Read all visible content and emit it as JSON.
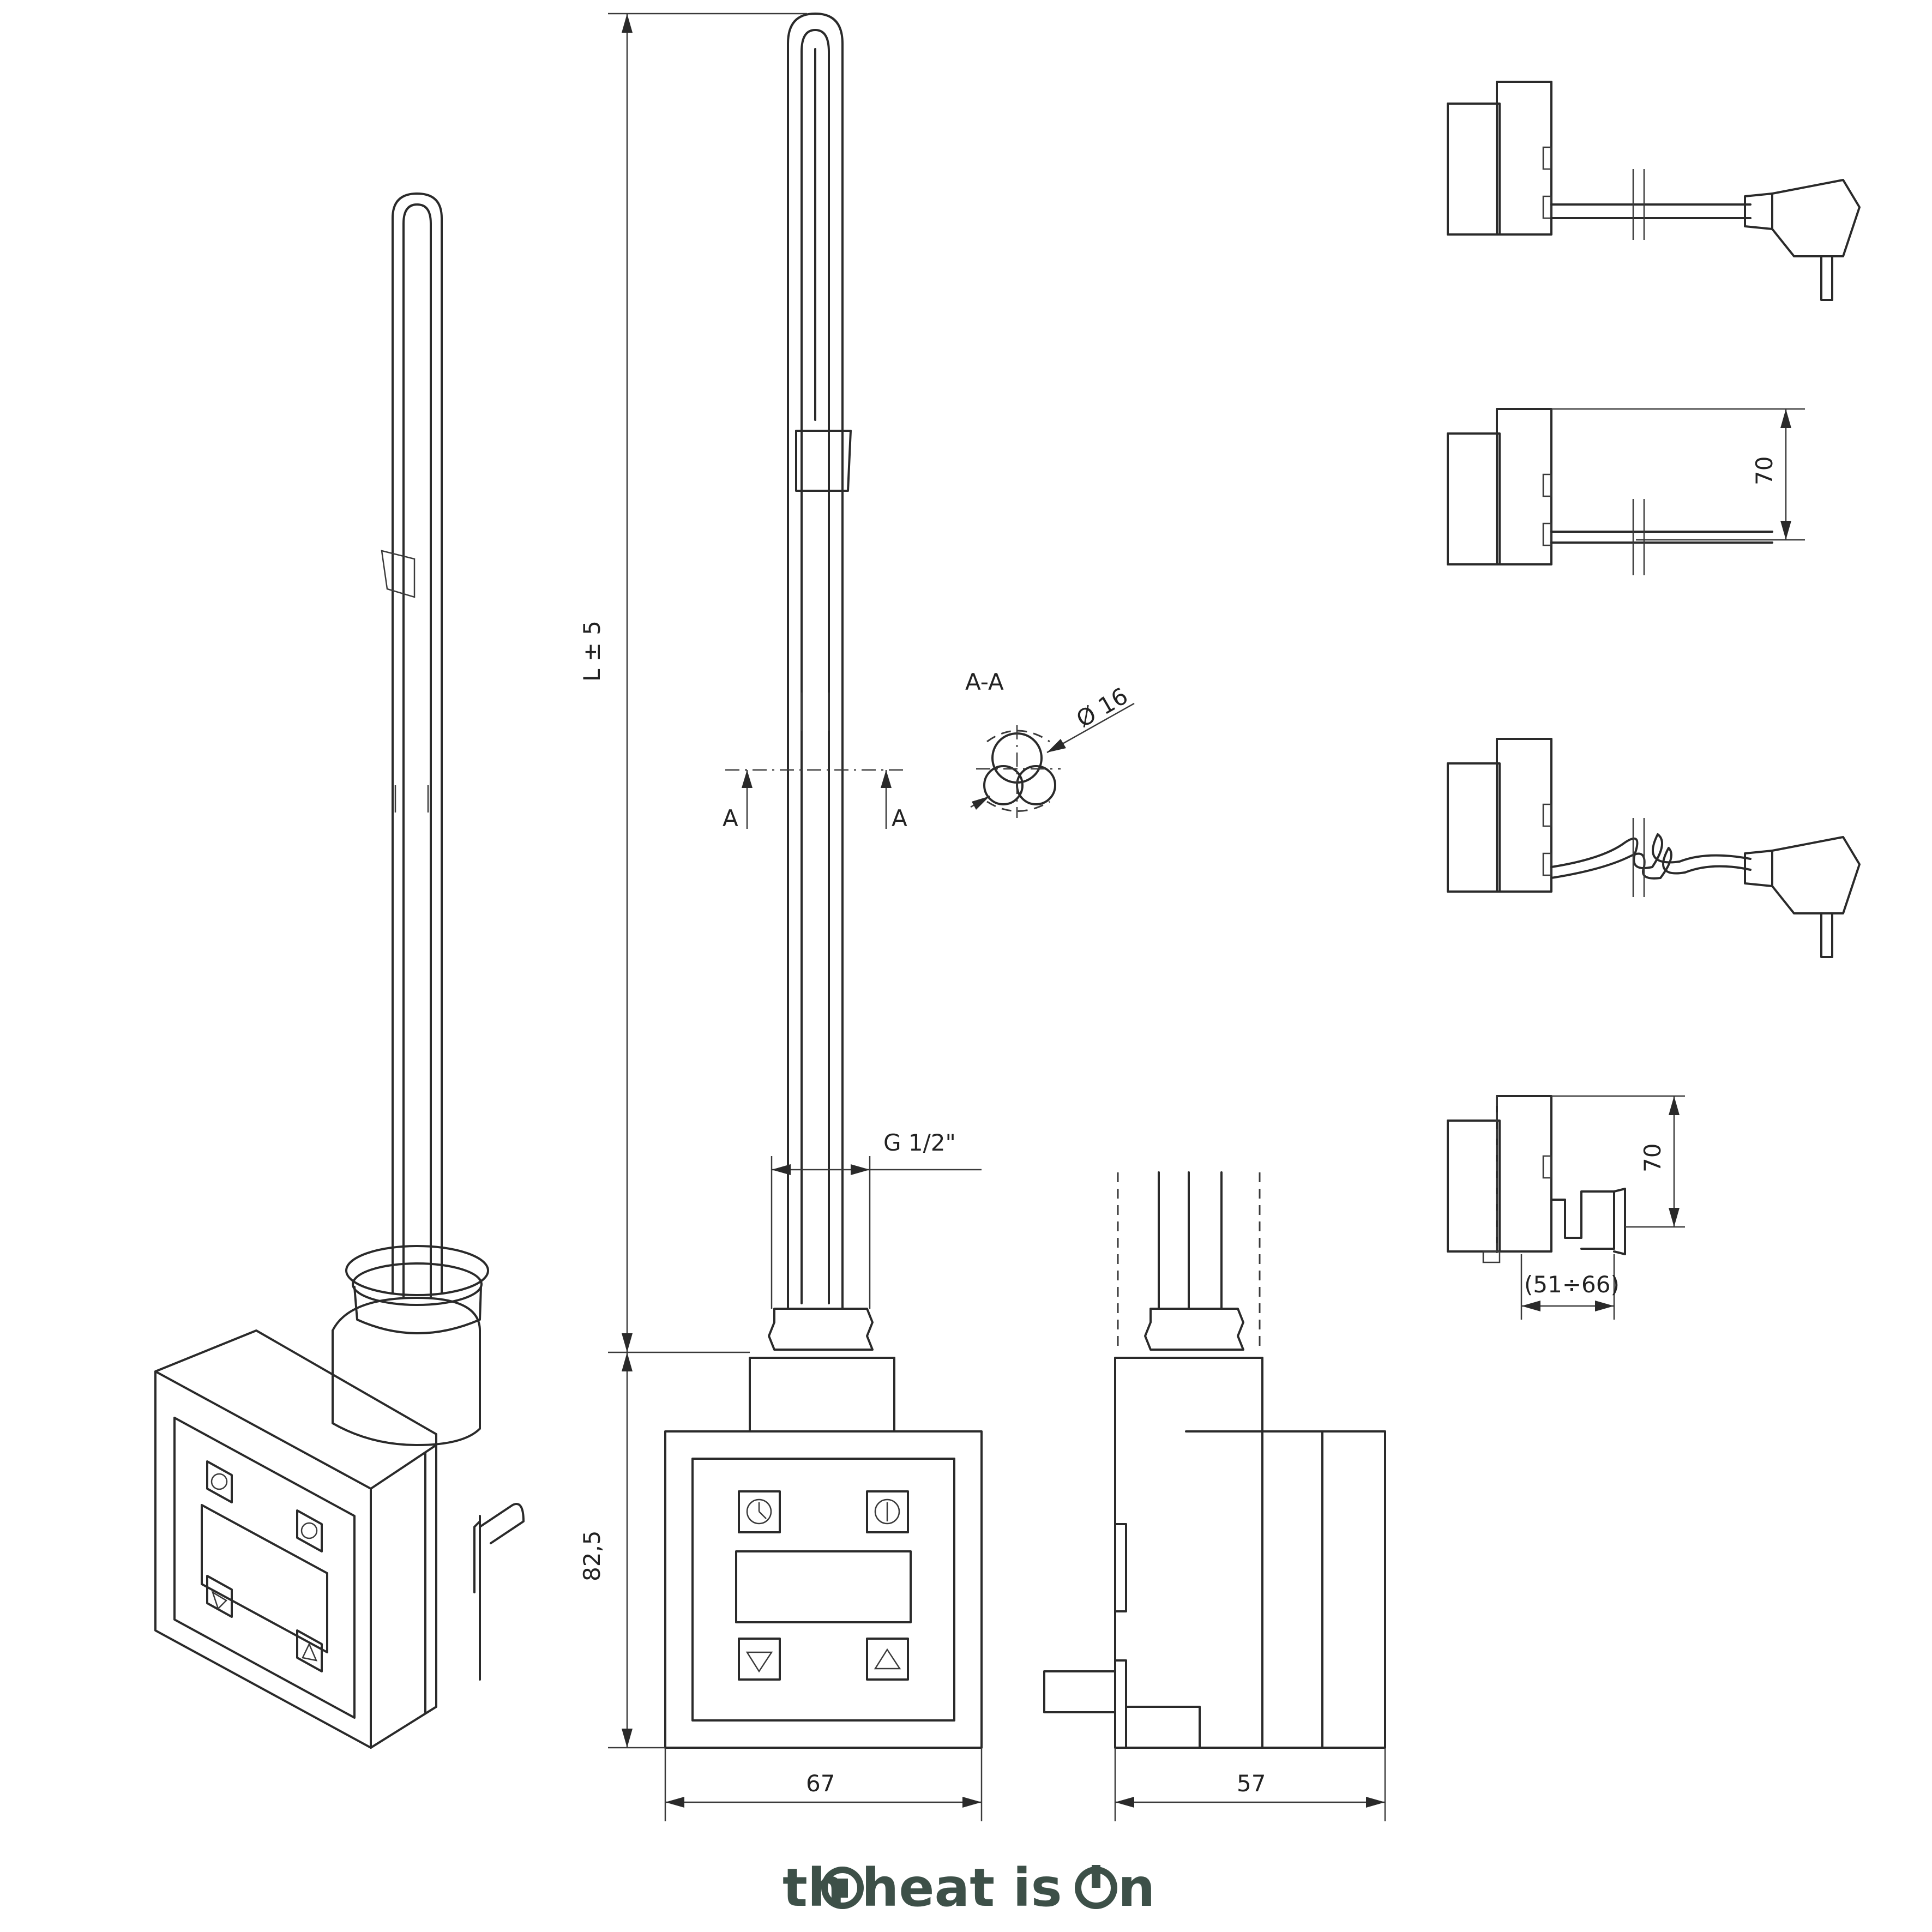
{
  "dimensions": {
    "length": "L ± 5",
    "box_height": "82,5",
    "width_front": "67",
    "depth_side": "57",
    "thread": "G 1/2\"",
    "section_label": "A-A",
    "section_marker": "A",
    "diameter": "Ø 16",
    "cable_offset_1": "70",
    "cable_offset_2": "70",
    "cover_range": "(51÷66)"
  },
  "brand": {
    "text_left": "th",
    "text_middle": " heat is ",
    "text_right": "n",
    "color": "#3d5048"
  }
}
